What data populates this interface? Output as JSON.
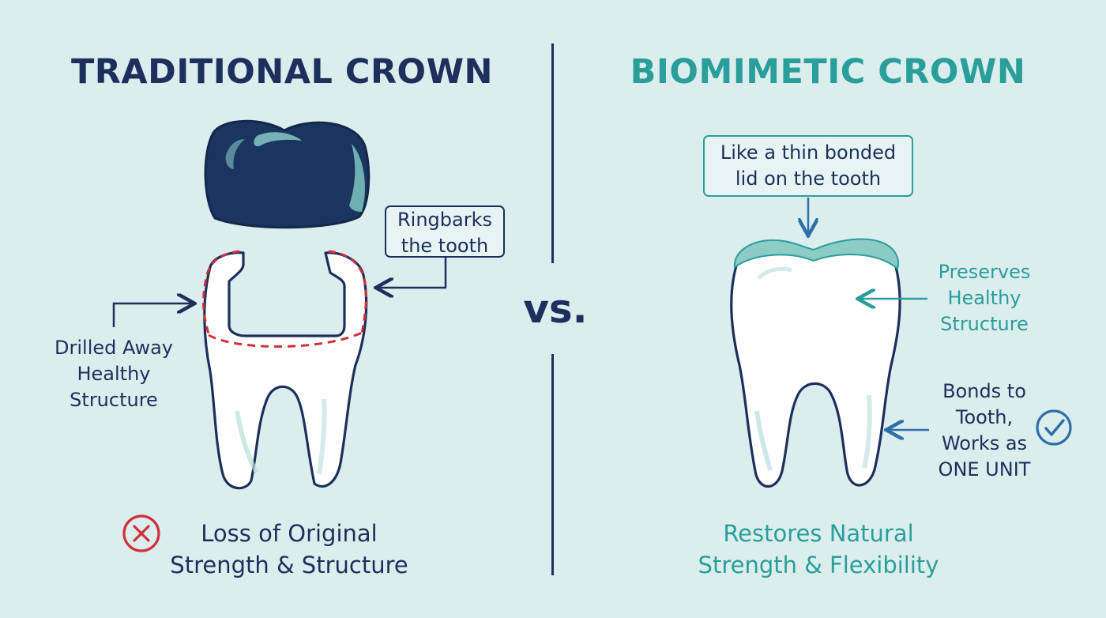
{
  "left": {
    "title": "TRADITIONAL CROWN",
    "callout": "Ringbarks\nthe tooth",
    "side_label": "Drilled Away\nHealthy\nStructure",
    "result": "Loss of Original\nStrength & Structure",
    "result_icon": "x-circle-icon"
  },
  "center": {
    "vs": "vs."
  },
  "right": {
    "title": "BIOMIMETIC CROWN",
    "callout": "Like a thin bonded\nlid on the tooth",
    "label_top": "Preserves\nHealthy\nStructure",
    "label_bottom": "Bonds to\nTooth,\nWorks as\nONE UNIT",
    "label_bottom_icon": "check-circle-icon",
    "result": "Restores Natural\nStrength & Flexibility"
  },
  "colors": {
    "background": "#dbeeed",
    "navy": "#1d2f5c",
    "teal": "#2a9e9a",
    "red": "#d0303a"
  }
}
